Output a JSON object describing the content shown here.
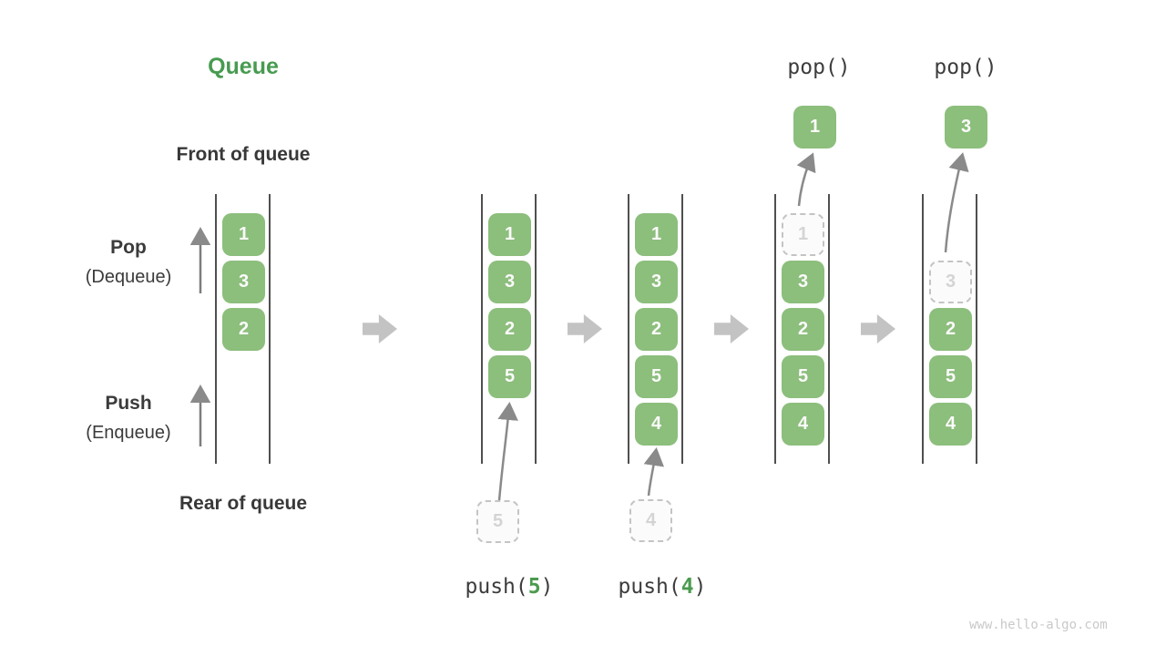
{
  "title": "Queue",
  "side_labels": {
    "front": "Front of queue",
    "rear": "Rear of queue",
    "pop": "Pop",
    "pop_sub": "(Dequeue)",
    "push": "Push",
    "push_sub": "(Enqueue)"
  },
  "colors": {
    "box_green": "#8CBE7C",
    "title_green": "#479B50",
    "accent_green": "#4C9B4F",
    "rail_gray": "#4F4F4F",
    "thin_arrow_gray": "#8A8A8A",
    "block_arrow_gray": "#C3C3C3",
    "dashed_border_gray": "#C4C4C4",
    "text_dark": "#3B3B3B",
    "watermark_gray": "#C9C9C9"
  },
  "states": [
    {
      "cells": [
        {
          "v": "1"
        },
        {
          "v": "3"
        },
        {
          "v": "2"
        }
      ]
    },
    {
      "cells": [
        {
          "v": "1"
        },
        {
          "v": "3"
        },
        {
          "v": "2"
        },
        {
          "v": "5"
        }
      ],
      "pending": {
        "v": "5"
      },
      "op": {
        "fn": "push(",
        "arg": "5",
        "close": ")"
      }
    },
    {
      "cells": [
        {
          "v": "1"
        },
        {
          "v": "3"
        },
        {
          "v": "2"
        },
        {
          "v": "5"
        },
        {
          "v": "4"
        }
      ],
      "pending": {
        "v": "4"
      },
      "op": {
        "fn": "push(",
        "arg": "4",
        "close": ")"
      }
    },
    {
      "cells": [
        {
          "v": "1"
        },
        {
          "v": "3"
        },
        {
          "v": "2"
        },
        {
          "v": "5"
        },
        {
          "v": "4"
        }
      ],
      "op_label": "pop()",
      "popped": {
        "v": "1"
      }
    },
    {
      "cells": [
        {
          "v": "3"
        },
        {
          "v": "2"
        },
        {
          "v": "5"
        },
        {
          "v": "4"
        }
      ],
      "op_label": "pop()",
      "popped": {
        "v": "3"
      }
    }
  ],
  "watermark": "www.hello-algo.com"
}
